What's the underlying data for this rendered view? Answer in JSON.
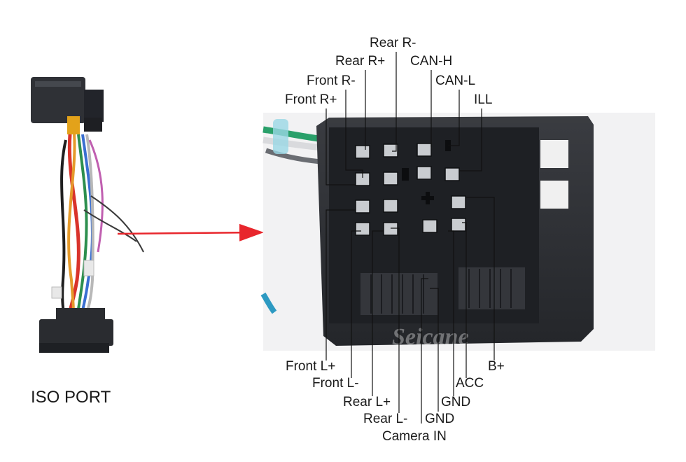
{
  "diagram": {
    "left_caption": "ISO PORT",
    "watermark": "Seicane",
    "top_labels": [
      {
        "id": "rear-r-minus",
        "text": "Rear R-"
      },
      {
        "id": "rear-r-plus",
        "text": "Rear R+"
      },
      {
        "id": "can-h",
        "text": "CAN-H"
      },
      {
        "id": "front-r-minus",
        "text": "Front R-"
      },
      {
        "id": "can-l",
        "text": "CAN-L"
      },
      {
        "id": "front-r-plus",
        "text": "Front R+"
      },
      {
        "id": "ill",
        "text": "ILL"
      }
    ],
    "bottom_labels": [
      {
        "id": "front-l-plus",
        "text": "Front L+"
      },
      {
        "id": "b-plus",
        "text": "B+"
      },
      {
        "id": "front-l-minus",
        "text": "Front L-"
      },
      {
        "id": "acc",
        "text": "ACC"
      },
      {
        "id": "rear-l-plus",
        "text": "Rear L+"
      },
      {
        "id": "gnd-1",
        "text": "GND"
      },
      {
        "id": "rear-l-minus",
        "text": "Rear L-"
      },
      {
        "id": "gnd-2",
        "text": "GND"
      },
      {
        "id": "camera-in",
        "text": "Camera IN"
      }
    ],
    "colors": {
      "arrow": "#e8262c",
      "connector": "#2b2d31",
      "leader": "#111111"
    }
  }
}
